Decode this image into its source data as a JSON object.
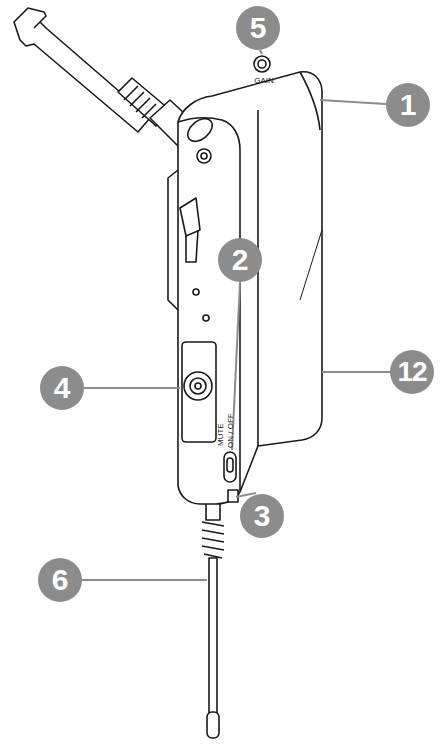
{
  "diagram": {
    "labels": [
      "5",
      "1",
      "2",
      "4",
      "12",
      "3",
      "6",
      "GAIN",
      "ON / OFF",
      "MUTE"
    ]
  }
}
